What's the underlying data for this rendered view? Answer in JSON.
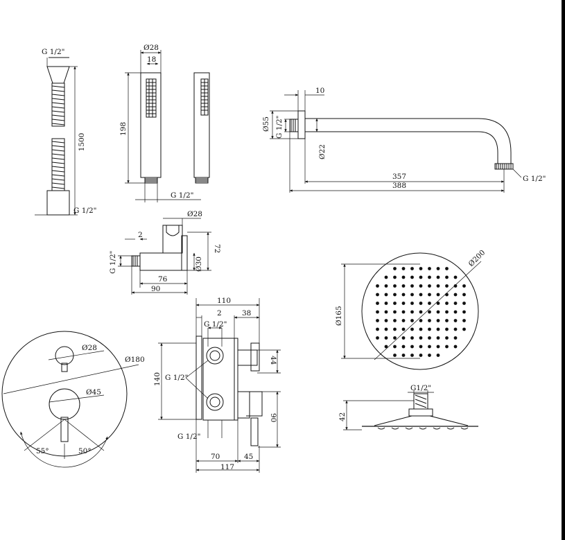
{
  "dims": {
    "hose_top": "G 1/2\"",
    "hose_len": "1500",
    "hose_bottom": "G 1/2\"",
    "hand_dia": "Ø28",
    "hand_w": "18",
    "hand_h": "198",
    "hand_thread": "G 1/2\"",
    "arm_flange": "10",
    "arm_dia55": "Ø55",
    "arm_thread_l": "G 1/2\"",
    "arm_dia22": "Ø22",
    "arm_357": "357",
    "arm_388": "388",
    "arm_thread_r": "G 1/2\"",
    "elbow_dia28": "Ø28",
    "elbow_2": "2",
    "elbow_72": "72",
    "elbow_thread": "G 1/2\"",
    "elbow_dia30": "Ø30",
    "elbow_76": "76",
    "elbow_90": "90",
    "plate_dia28": "Ø28",
    "plate_dia180": "Ø180",
    "plate_dia45": "Ø45",
    "plate_55": "55°",
    "plate_50": "50°",
    "box_110": "110",
    "box_2": "2",
    "box_38": "38",
    "box_thread_top": "G 1/2\"",
    "box_140": "140",
    "box_thread_l": "G 1/2\"",
    "box_44": "44",
    "box_90": "90",
    "box_thread_b": "G 1/2\"",
    "box_70": "70",
    "box_45": "45",
    "box_117": "117",
    "head_200": "Ø200",
    "head_165": "Ø165",
    "head_thread": "G1/2\"",
    "head_42": "42"
  }
}
